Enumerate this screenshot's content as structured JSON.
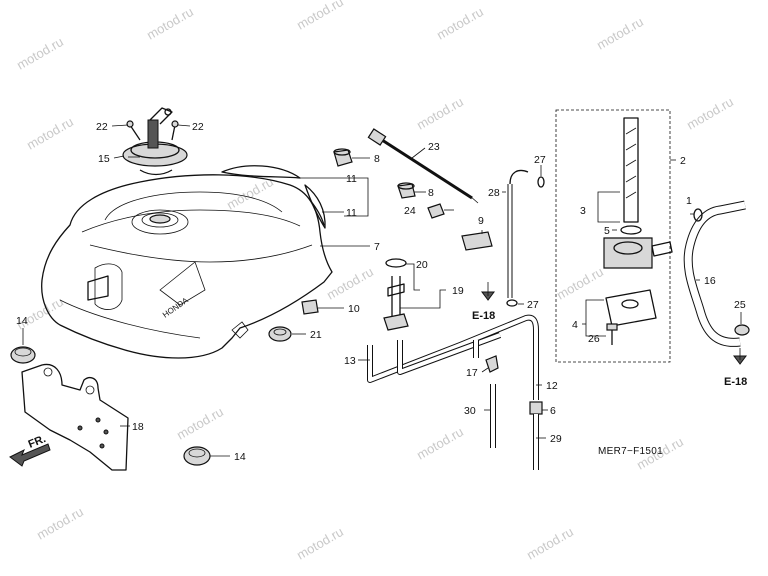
{
  "watermark": "motod.ru",
  "diagram_code": "MER7−F1501",
  "direction_label": "FR.",
  "reference_labels": [
    "E-18",
    "E-18"
  ],
  "callouts": [
    {
      "id": "c22a",
      "text": "22"
    },
    {
      "id": "c22b",
      "text": "22"
    },
    {
      "id": "c15",
      "text": "15"
    },
    {
      "id": "c8a",
      "text": "8"
    },
    {
      "id": "c8b",
      "text": "8"
    },
    {
      "id": "c23",
      "text": "23"
    },
    {
      "id": "c11a",
      "text": "11"
    },
    {
      "id": "c11b",
      "text": "11"
    },
    {
      "id": "c24",
      "text": "24"
    },
    {
      "id": "c7",
      "text": "7"
    },
    {
      "id": "c9",
      "text": "9"
    },
    {
      "id": "c20",
      "text": "20"
    },
    {
      "id": "c19",
      "text": "19"
    },
    {
      "id": "c10",
      "text": "10"
    },
    {
      "id": "c21",
      "text": "21"
    },
    {
      "id": "c27a",
      "text": "27"
    },
    {
      "id": "c27b",
      "text": "27"
    },
    {
      "id": "c28",
      "text": "28"
    },
    {
      "id": "c2",
      "text": "2"
    },
    {
      "id": "c3",
      "text": "3"
    },
    {
      "id": "c5",
      "text": "5"
    },
    {
      "id": "c1",
      "text": "1"
    },
    {
      "id": "c16",
      "text": "16"
    },
    {
      "id": "c25",
      "text": "25"
    },
    {
      "id": "c4",
      "text": "4"
    },
    {
      "id": "c26",
      "text": "26"
    },
    {
      "id": "c13",
      "text": "13"
    },
    {
      "id": "c17",
      "text": "17"
    },
    {
      "id": "c12",
      "text": "12"
    },
    {
      "id": "c30",
      "text": "30"
    },
    {
      "id": "c6",
      "text": "6"
    },
    {
      "id": "c29",
      "text": "29"
    },
    {
      "id": "c14a",
      "text": "14"
    },
    {
      "id": "c14b",
      "text": "14"
    },
    {
      "id": "c18",
      "text": "18"
    }
  ]
}
